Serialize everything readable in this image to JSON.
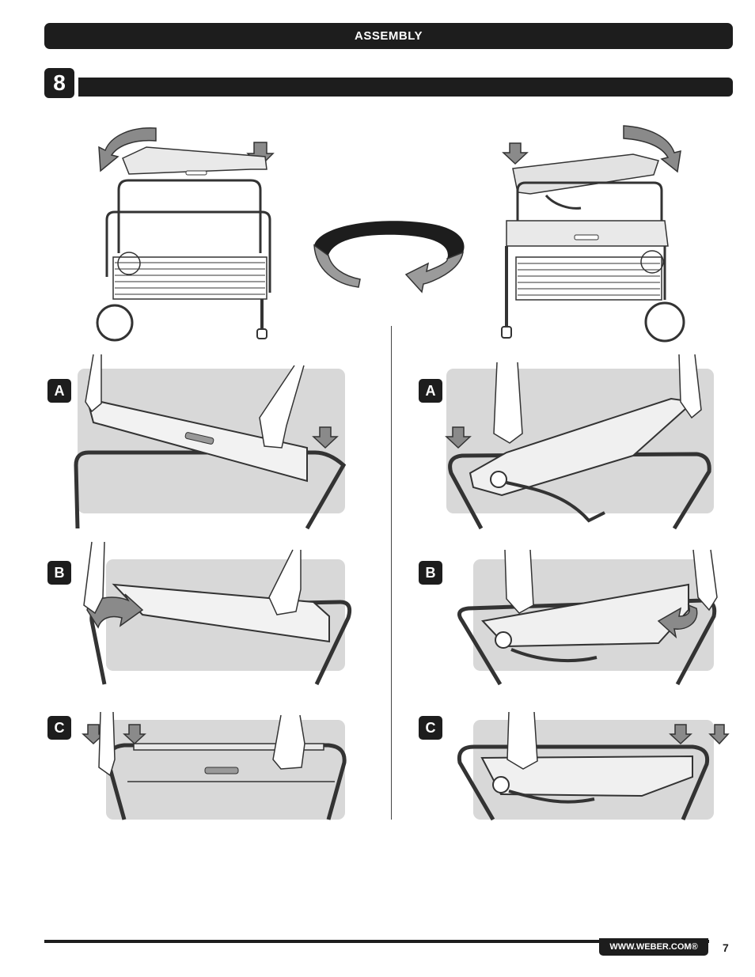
{
  "header": {
    "title": "ASSEMBLY"
  },
  "step": {
    "number": "8"
  },
  "left_column": {
    "labels": [
      "A",
      "B",
      "C"
    ]
  },
  "right_column": {
    "labels": [
      "A",
      "B",
      "C"
    ]
  },
  "footer": {
    "url": "WWW.WEBER.COM®",
    "page_number": "7"
  },
  "colors": {
    "dark": "#1d1d1d",
    "panel_gray": "#d8d8d8",
    "arrow_gray": "#8a8a8a"
  }
}
